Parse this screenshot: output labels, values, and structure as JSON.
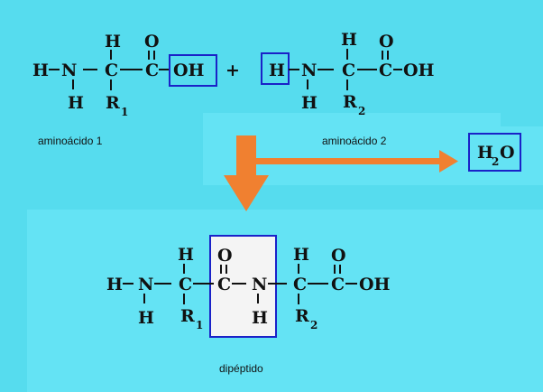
{
  "colors": {
    "background": "#56dcee",
    "highlight_box": "#1a22c8",
    "arrow": "#f08030",
    "panel": "#64e3f4"
  },
  "atoms": {
    "H": "H",
    "N": "N",
    "C": "C",
    "O": "O",
    "OH": "OH",
    "R": "R"
  },
  "subscripts": {
    "one": "1",
    "two": "2"
  },
  "plus_sign": "+",
  "labels": {
    "amino_acid_1": "aminoácido 1",
    "amino_acid_2": "aminoácido 2",
    "dipeptide": "dipéptido"
  },
  "water": {
    "h": "H",
    "sub": "2",
    "o": "O"
  }
}
